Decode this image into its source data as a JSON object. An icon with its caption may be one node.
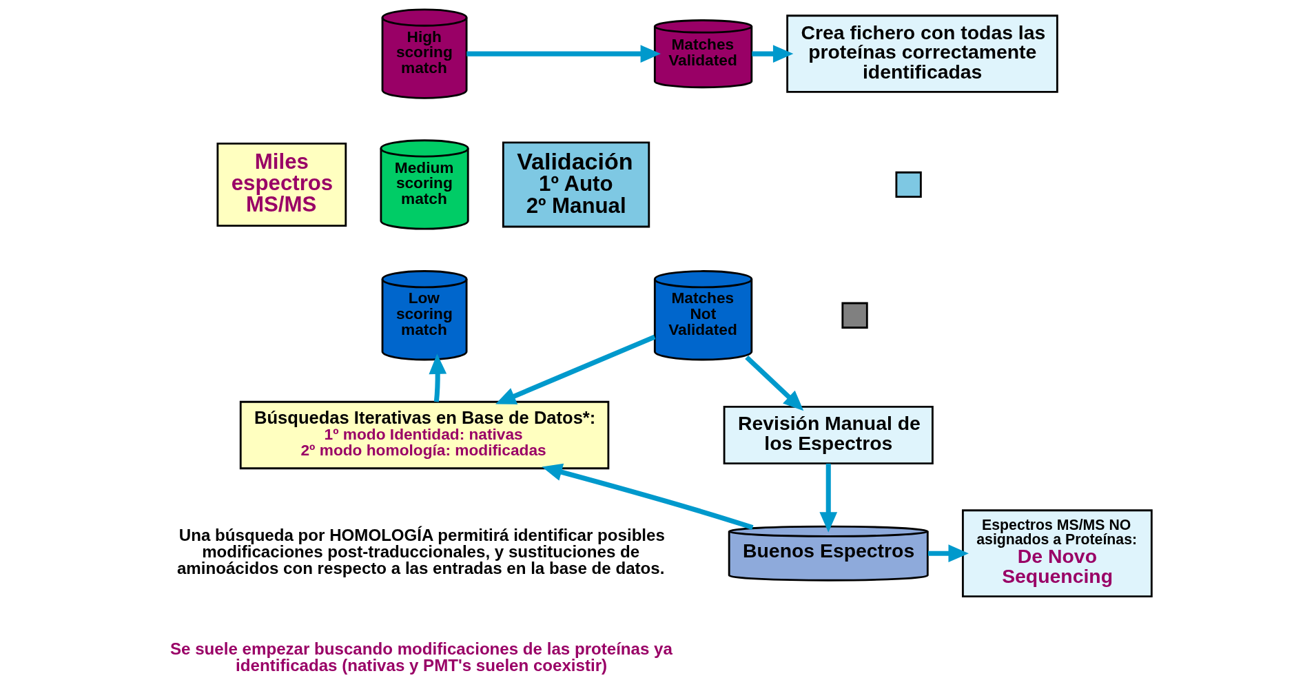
{
  "diagram": {
    "nodes": [
      {
        "text": [
          "Miles espectros MS/MS"
        ]
      },
      {
        "text": [
          "High scoring match"
        ]
      },
      {
        "text": [
          "Medium scoring match"
        ]
      },
      {
        "text": [
          "Low scoring match"
        ]
      },
      {
        "text": [
          "Validación",
          "1º Auto",
          "2º Manual"
        ]
      },
      {
        "text": [
          "Matches Validated"
        ]
      },
      {
        "text": [
          "Matches Not Validated"
        ]
      },
      {
        "text": [
          "Crea fichero con todas las proteínas correctamente identificadas"
        ]
      },
      {
        "text": [],
        "shape": "box"
      },
      {
        "text": [],
        "shape": "box"
      },
      {
        "text": [
          "Revisión Manual de los Espectros"
        ]
      },
      {
        "text": [
          "Búsquedas Iterativas en Base de Datos*:",
          "1º modo Identidad: nativas",
          "2º modo homología: modificadas"
        ]
      },
      {
        "text": [
          "Buenos Espectros"
        ]
      },
      {
        "text": [
          "Espectros MS/MS NO asignados a Proteínas:",
          "De Novo Sequencing"
        ]
      }
    ],
    "edges": [
      {
        "from": 1,
        "to": 5,
        "arrow": "to"
      },
      {
        "from": 5,
        "to": 7,
        "arrow": "to"
      },
      {
        "from": 6,
        "to": 10,
        "arrow": "to"
      },
      {
        "from": 6,
        "to": 11,
        "arrow": "to"
      },
      {
        "from": 10,
        "to": 12,
        "arrow": "to"
      },
      {
        "from": 12,
        "to": 11,
        "arrow": "to"
      },
      {
        "from": 11,
        "to": 3,
        "arrow": "to"
      },
      {
        "from": 12,
        "to": 13,
        "arrow": "to"
      }
    ],
    "labels": [
      "Una búsqueda por HOMOLOGÍA permitirá identificar posibles modificaciones post-traduccionales, y sustituciones de aminoácidos con respecto a las entradas en la base de datos.",
      "Se suele empezar buscando modificaciones de las proteínas ya identificadas (nativas y PMT's suelen coexistir)"
    ]
  }
}
